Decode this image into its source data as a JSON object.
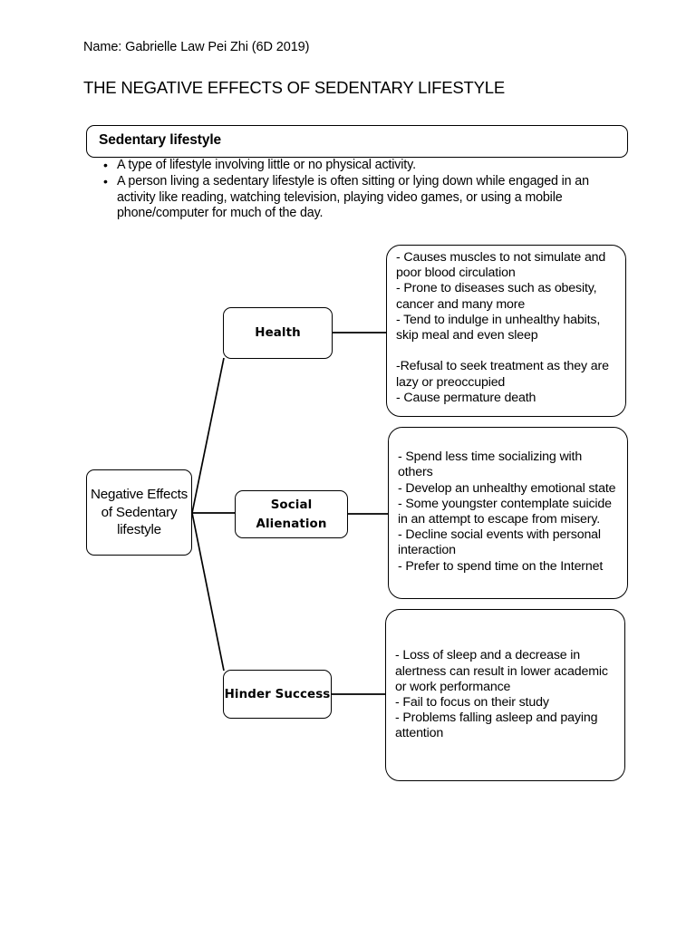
{
  "document": {
    "name_line": "Name: Gabrielle Law Pei Zhi (6D 2019)",
    "title": "THE NEGATIVE EFFECTS OF SEDENTARY LIFESTYLE"
  },
  "definition": {
    "heading": "Sedentary lifestyle",
    "bullet_marker": "•",
    "bullets": [
      "A type of lifestyle involving little or no physical activity.",
      "A person living a sedentary lifestyle is often sitting or lying down while engaged in an activity like reading, watching television, playing video games, or using a mobile phone/computer for much of the day."
    ]
  },
  "diagram": {
    "root": {
      "label": "Negative Effects of Sedentary lifestyle"
    },
    "branches": [
      {
        "key": "health",
        "label": "Health",
        "details": "- Causes muscles to not simulate and poor blood circulation\n- Prone to diseases such as obesity, cancer and many more\n- Tend to indulge in unhealthy habits, skip meal and even sleep\n\n-Refusal to seek treatment as they are lazy or preoccupied\n- Cause permature death"
      },
      {
        "key": "social",
        "label": "Social Alienation",
        "details": "- Spend less time socializing with others\n- Develop an unhealthy emotional state\n- Some youngster contemplate suicide in an attempt to escape from misery.\n- Decline social events with personal interaction\n- Prefer to spend time on the Internet"
      },
      {
        "key": "hinder",
        "label": "Hinder Success",
        "details": "- Loss of sleep and a decrease in alertness can result in lower academic or work performance\n- Fail to focus on their study\n- Problems falling asleep and paying attention"
      }
    ]
  },
  "style": {
    "ink": "#000000",
    "paper": "#ffffff"
  }
}
